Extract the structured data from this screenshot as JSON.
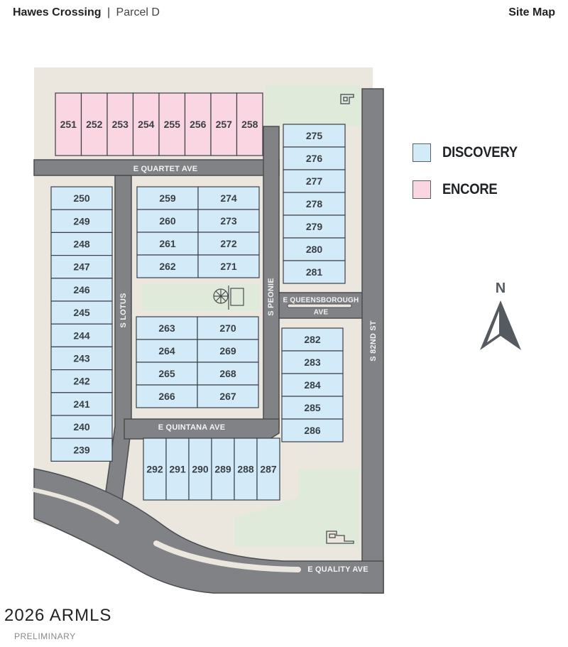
{
  "header": {
    "project": "Hawes Crossing",
    "separator": "|",
    "parcel": "Parcel D",
    "right_title": "Site Map"
  },
  "legend": {
    "items": [
      {
        "label": "DISCOVERY",
        "color": "#d3ebf8"
      },
      {
        "label": "ENCORE",
        "color": "#f9d6e2"
      }
    ]
  },
  "compass": {
    "label": "N",
    "icon": "north-arrow-icon"
  },
  "colors": {
    "land": "#ebe6de",
    "green": "#dfeadb",
    "road": "#808285",
    "road_edge": "#4a4c4f",
    "discovery": "#d3ebf8",
    "encore": "#f9d6e2",
    "lot_stroke": "#3b4048"
  },
  "streets": {
    "quartet": "E QUARTET AVE",
    "lotus": "S LOTUS",
    "peonie": "S PEONIE",
    "queensborough_1": "E QUEENSBOROUGH",
    "queensborough_2": "AVE",
    "st82": "S 82ND ST",
    "quintana": "E QUINTANA AVE",
    "quality": "E QUALITY AVE"
  },
  "lots": {
    "encore_top": [
      "251",
      "252",
      "253",
      "254",
      "255",
      "256",
      "257",
      "258"
    ],
    "west_column": [
      "250",
      "249",
      "248",
      "247",
      "246",
      "245",
      "244",
      "243",
      "242",
      "241",
      "240",
      "239"
    ],
    "center_north_left": [
      "259",
      "260",
      "261",
      "262"
    ],
    "center_north_right": [
      "274",
      "273",
      "272",
      "271"
    ],
    "center_south_left": [
      "263",
      "264",
      "265",
      "266"
    ],
    "center_south_right": [
      "270",
      "269",
      "268",
      "267"
    ],
    "east_north": [
      "275",
      "276",
      "277",
      "278",
      "279",
      "280",
      "281"
    ],
    "east_south": [
      "282",
      "283",
      "284",
      "285",
      "286"
    ],
    "south_row": [
      "292",
      "291",
      "290",
      "289",
      "288",
      "287"
    ]
  },
  "footer": {
    "brand": "2026 ARMLS",
    "note": "PRELIMINARY"
  }
}
